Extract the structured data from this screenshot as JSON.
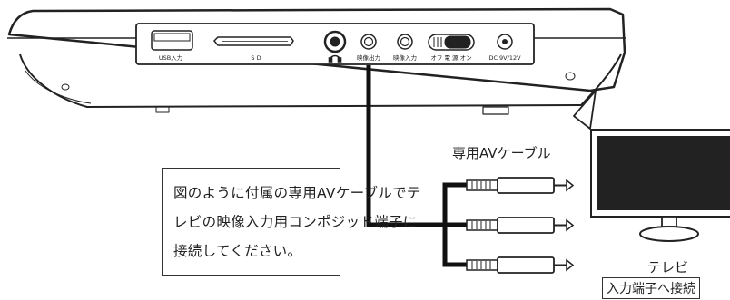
{
  "ports": {
    "usb": "USB入力",
    "sd": "S D",
    "video_out": "映像出力",
    "video_in": "映像入力",
    "power": "オフ 電 源 オン",
    "dc": "DC 9V/12V"
  },
  "cable_title": "専用AVケーブル",
  "instructions": [
    "図のように付属の専用AVケーブルでテ",
    "レビの映像入力用コンポジッド端子に",
    "接続してください。"
  ],
  "tv_label": "テレビ",
  "tv_note": "入力端子へ接続"
}
